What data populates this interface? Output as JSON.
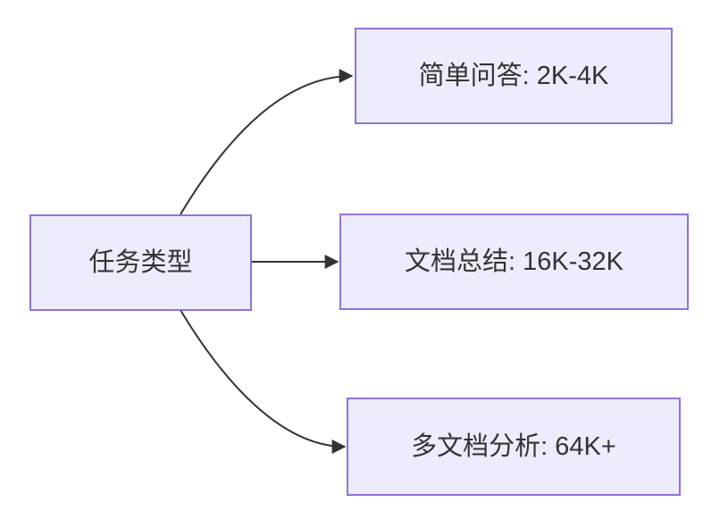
{
  "diagram": {
    "type": "flowchart",
    "direction": "left-to-right",
    "root": {
      "id": "task-type",
      "label": "任务类型"
    },
    "branches": [
      {
        "id": "simple-qa",
        "label": "简单问答: 2K-4K"
      },
      {
        "id": "doc-summary",
        "label": "文档总结: 16K-32K"
      },
      {
        "id": "multi-doc",
        "label": "多文档分析: 64K+"
      }
    ],
    "edges": [
      {
        "from": "task-type",
        "to": "simple-qa"
      },
      {
        "from": "task-type",
        "to": "doc-summary"
      },
      {
        "from": "task-type",
        "to": "multi-doc"
      }
    ]
  },
  "colors": {
    "node_fill": "#ECECFF",
    "node_border": "#9370DB",
    "edge": "#333333",
    "text": "#333333",
    "background": "#FFFFFF"
  }
}
